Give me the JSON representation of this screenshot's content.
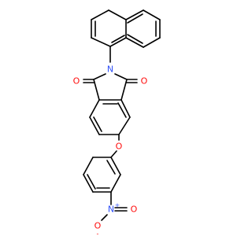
{
  "atoms": {
    "carbonyl_oxygen_left": {
      "label": "O",
      "color": "#ff0d0d"
    },
    "carbonyl_oxygen_right": {
      "label": "O",
      "color": "#ff0d0d"
    },
    "imide_nitrogen": {
      "label": "N",
      "color": "#3050f8"
    },
    "ether_oxygen": {
      "label": "O",
      "color": "#ff0d0d"
    },
    "nitro_nitrogen": {
      "label": "N",
      "charge": "+",
      "color": "#3050f8"
    },
    "nitro_oxygen_double": {
      "label": "O",
      "color": "#ff0d0d"
    },
    "nitro_oxygen_single": {
      "label": "O",
      "charge": "-",
      "color": "#ff0d0d"
    }
  },
  "bond_color": "#000000"
}
